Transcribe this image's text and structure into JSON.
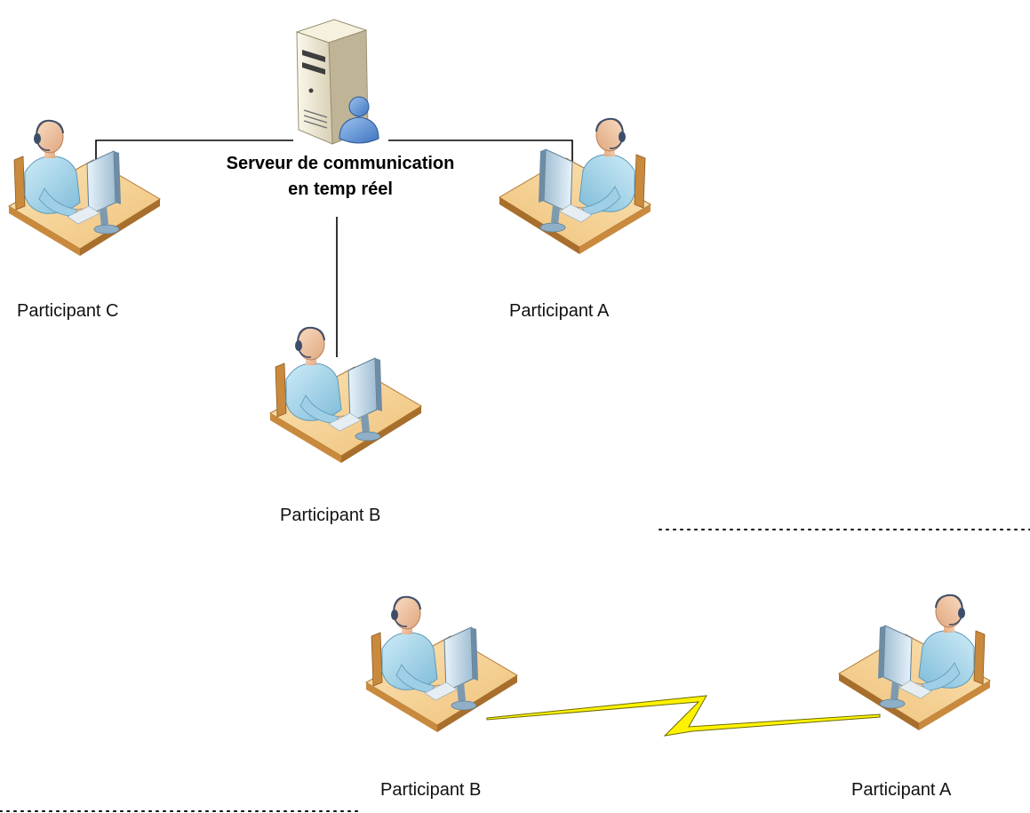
{
  "server": {
    "label_line1": "Serveur de communication",
    "label_line2": "en temp réel"
  },
  "top_section": {
    "participants": [
      {
        "label": "Participant C"
      },
      {
        "label": "Participant A"
      },
      {
        "label": "Participant B"
      }
    ]
  },
  "bottom_section": {
    "participants": [
      {
        "label": "Participant B"
      },
      {
        "label": "Participant A"
      }
    ]
  },
  "colors": {
    "skin": "#F2C7A0",
    "shirt": "#A9D8EC",
    "shirt_dark": "#6FB3D2",
    "desk_top": "#F4D29A",
    "desk_side": "#C98A3E",
    "monitor": "#8FAFC6",
    "screen": "#D9ECF6",
    "headset": "#3D4E6B",
    "server_front": "#F1ECD9",
    "server_side": "#B8AE8F",
    "lightning": "#FFF200"
  }
}
